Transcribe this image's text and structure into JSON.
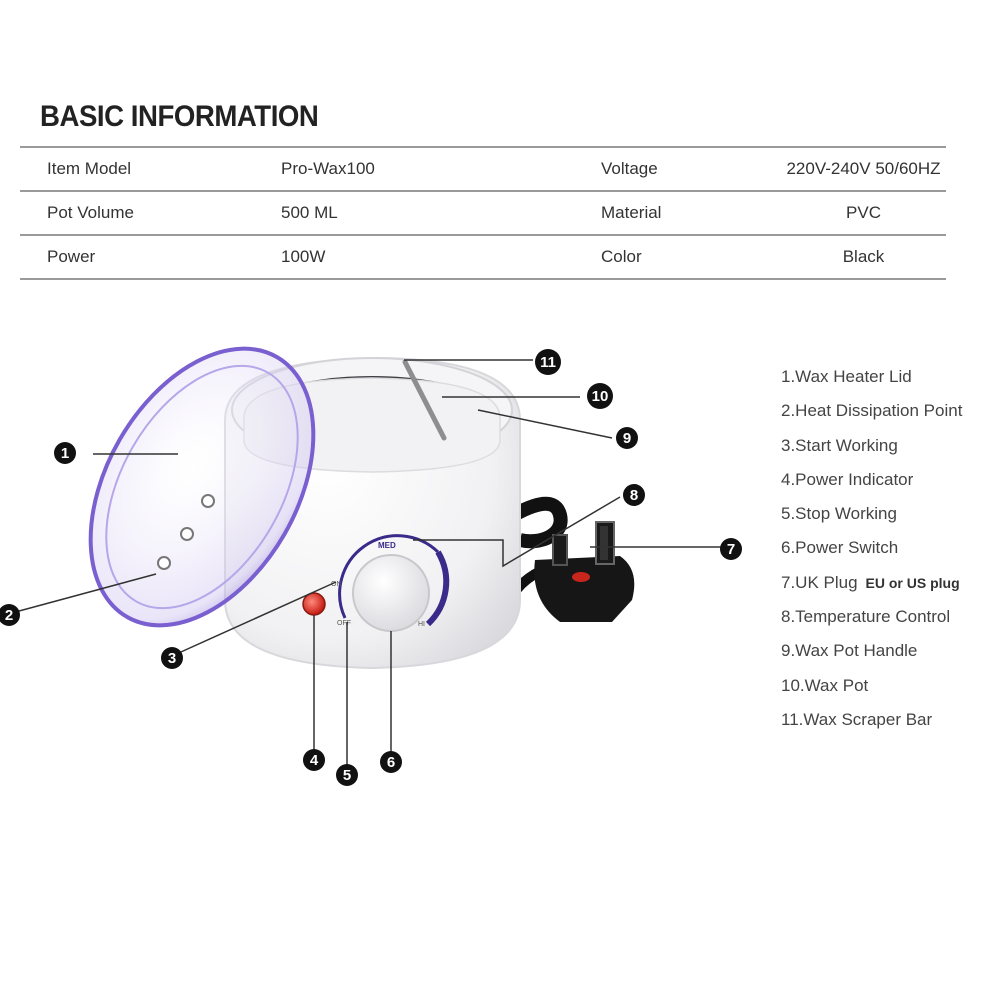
{
  "title": "BASIC INFORMATION",
  "specs": [
    {
      "label": "Item Model",
      "value": "Pro-Wax100",
      "label2": "Voltage",
      "value2": "220V-240V  50/60HZ"
    },
    {
      "label": "Pot Volume",
      "value": "500 ML",
      "label2": "Material",
      "value2": "PVC"
    },
    {
      "label": "Power",
      "value": "100W",
      "label2": "Color",
      "value2": "Black"
    }
  ],
  "dial": {
    "top": "MED",
    "left_on": "ON",
    "left_off": "OFF",
    "right": "HI"
  },
  "callouts": [
    "1",
    "2",
    "3",
    "4",
    "5",
    "6",
    "7",
    "8",
    "9",
    "10",
    "11"
  ],
  "legend": [
    {
      "text": "1.Wax Heater Lid"
    },
    {
      "text": "2.Heat Dissipation Point"
    },
    {
      "text": "3.Start Working"
    },
    {
      "text": "4.Power Indicator"
    },
    {
      "text": "5.Stop Working"
    },
    {
      "text": "6.Power Switch"
    },
    {
      "text": "7.UK Plug",
      "note": "EU or US plug"
    },
    {
      "text": "8.Temperature Control"
    },
    {
      "text": "9.Wax Pot Handle"
    },
    {
      "text": "10.Wax Pot"
    },
    {
      "text": "11.Wax Scraper Bar"
    }
  ],
  "colors": {
    "lid": "#8a6fd4",
    "indicator": "#d42020",
    "dial_ring": "#3a2a8a",
    "plug": "#111111",
    "callout": "#111111"
  }
}
